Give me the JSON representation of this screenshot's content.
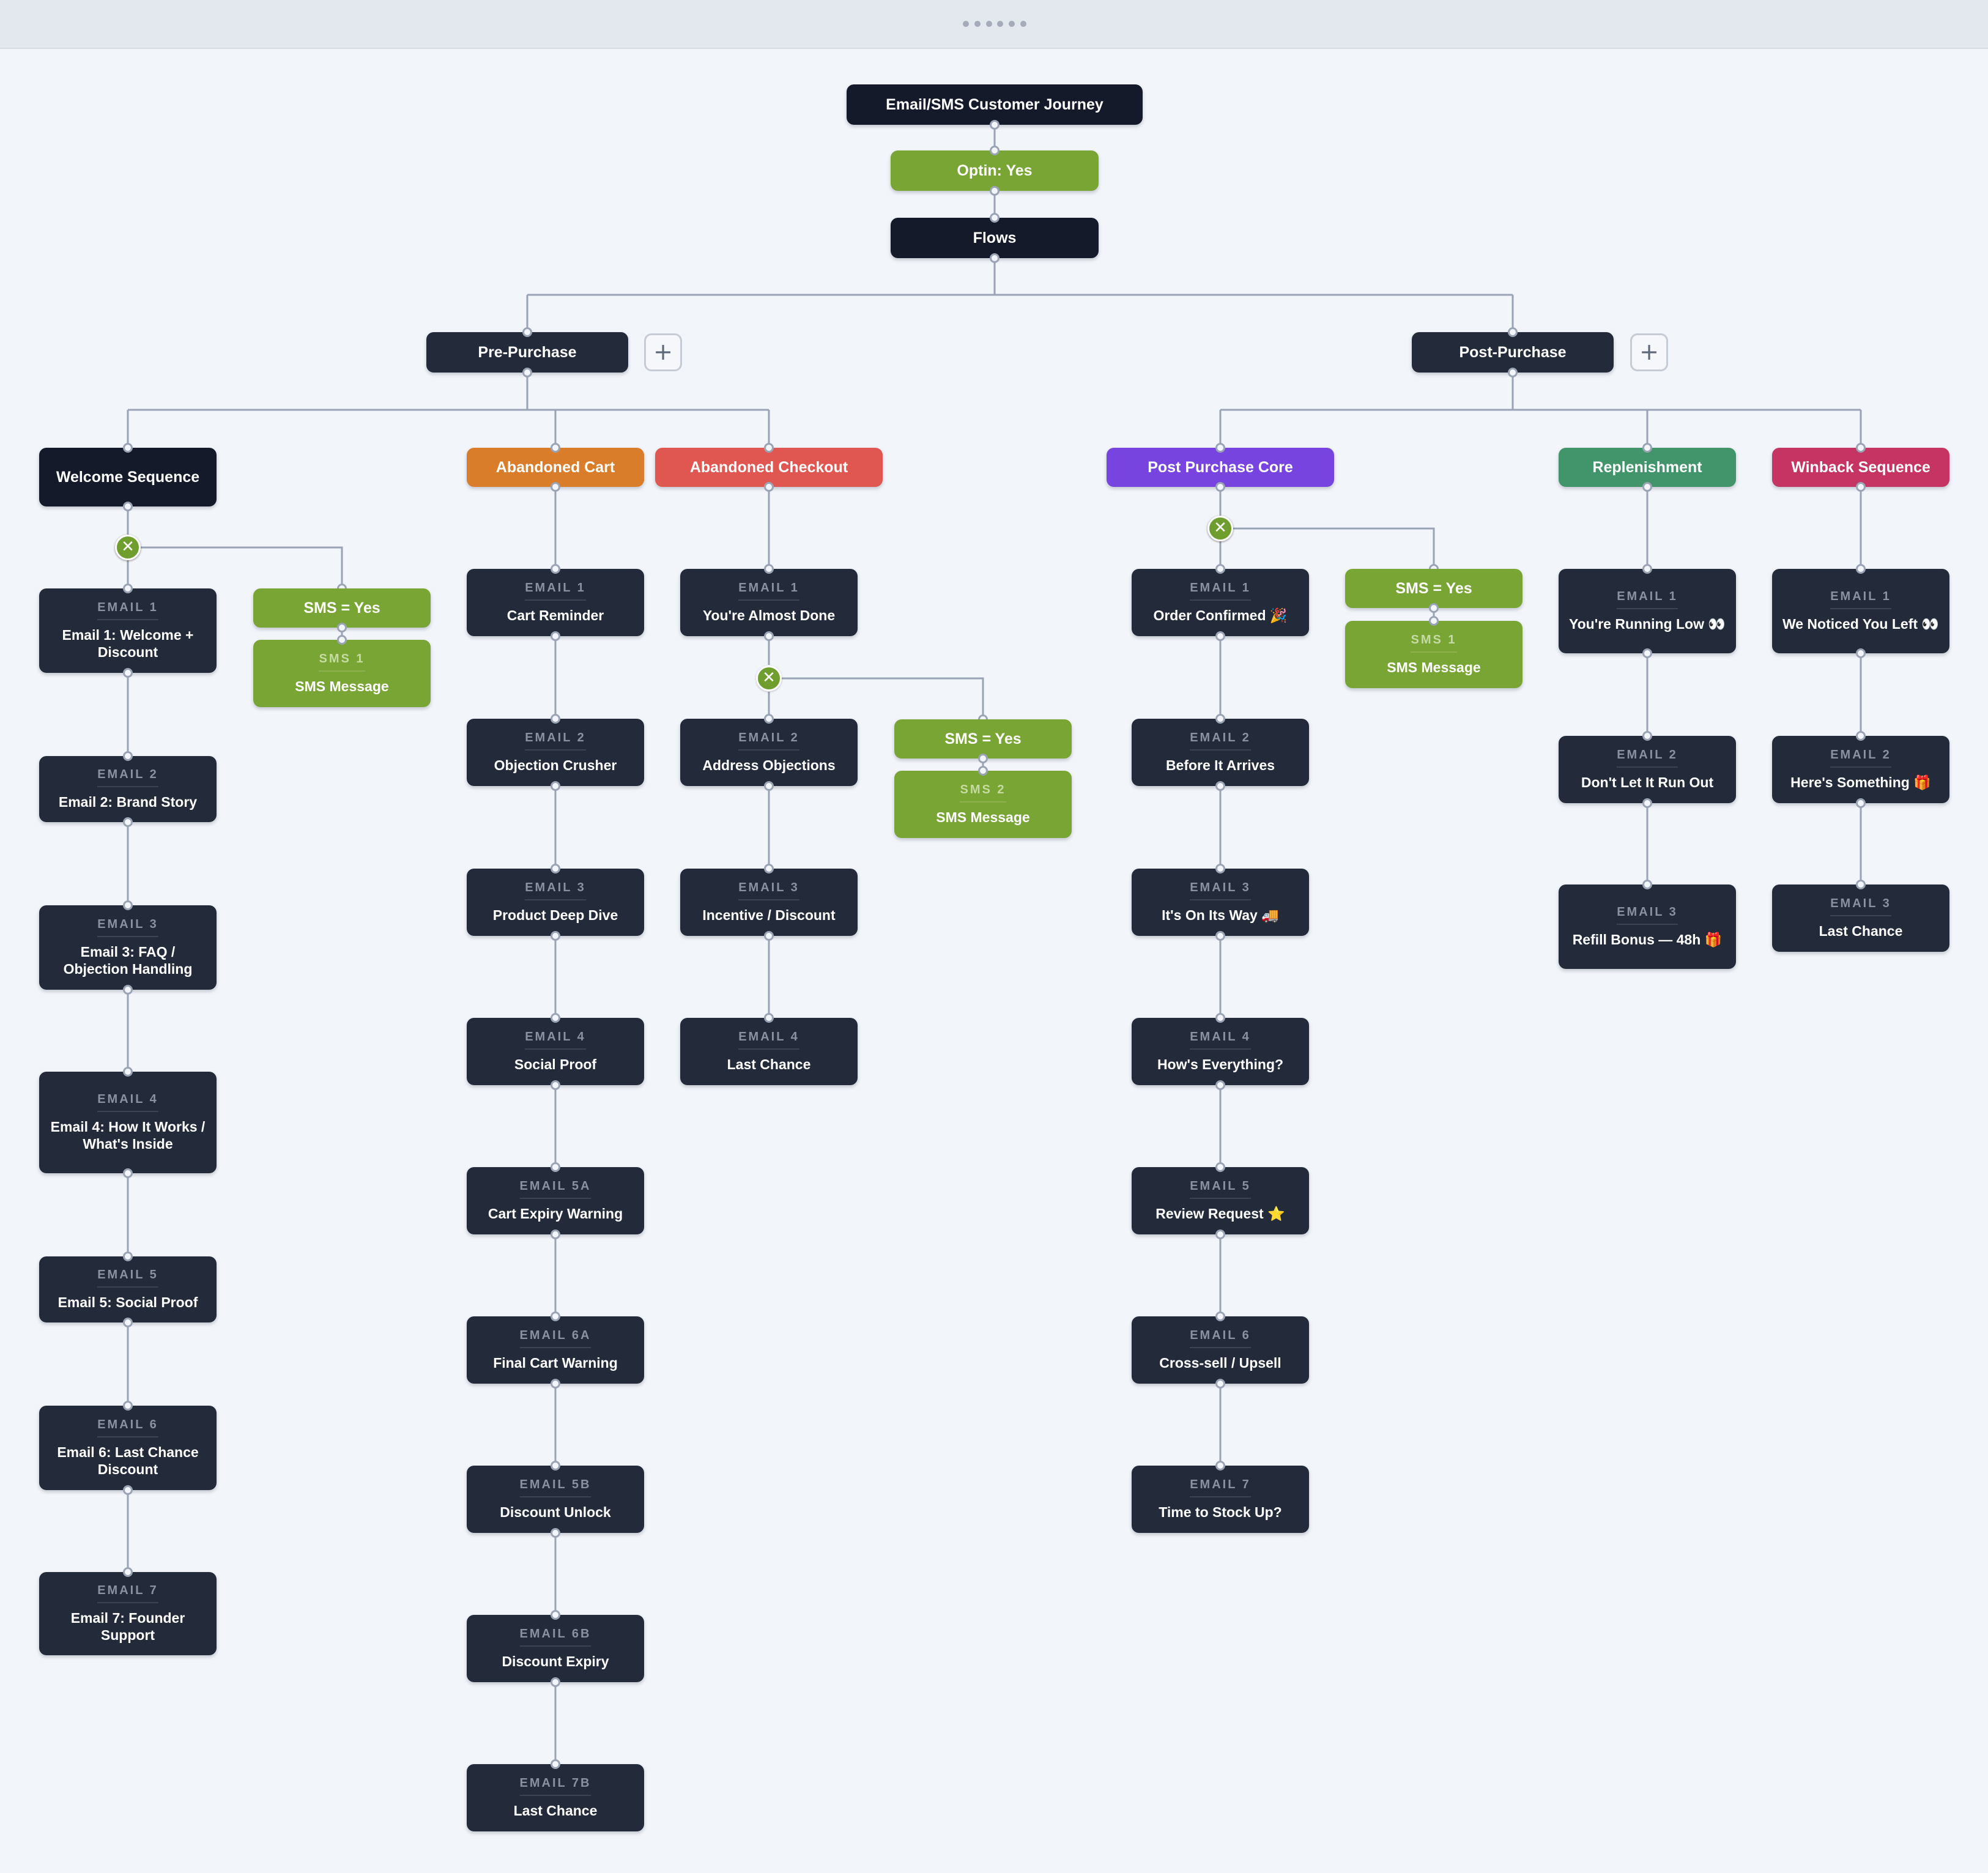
{
  "colors": {
    "navy": "#141a2a",
    "dark": "#232a39",
    "green": "#78a534",
    "orange": "#d97d2b",
    "red": "#e05650",
    "purple": "#7744e0",
    "teal": "#42946a",
    "crimson": "#c53462",
    "connector": "#9aa4b4"
  },
  "icons": {
    "condition": "check-circle-icon",
    "add": "plus-icon"
  },
  "journey": {
    "root": {
      "label": "Email/SMS Customer Journey"
    },
    "optin": {
      "label": "Optin: Yes"
    },
    "flows": {
      "label": "Flows"
    },
    "pre_purchase": {
      "label": "Pre-Purchase",
      "add_label": "+",
      "welcome": {
        "label": "Welcome Sequence",
        "emails": [
          {
            "kicker": "EMAIL 1",
            "title": "Email 1: Welcome + Discount"
          },
          {
            "kicker": "EMAIL 2",
            "title": "Email 2: Brand Story"
          },
          {
            "kicker": "EMAIL 3",
            "title": "Email 3: FAQ / Objection Handling"
          },
          {
            "kicker": "EMAIL 4",
            "title": "Email 4: How It Works / What's Inside"
          },
          {
            "kicker": "EMAIL 5",
            "title": "Email 5: Social Proof"
          },
          {
            "kicker": "EMAIL 6",
            "title": "Email 6: Last Chance Discount"
          },
          {
            "kicker": "EMAIL 7",
            "title": "Email 7: Founder Support"
          }
        ],
        "sms_condition": "SMS = Yes",
        "sms": [
          {
            "kicker": "SMS 1",
            "title": "SMS Message"
          }
        ]
      },
      "abandoned_cart": {
        "label": "Abandoned Cart",
        "emails": [
          {
            "kicker": "EMAIL 1",
            "title": "Cart Reminder"
          },
          {
            "kicker": "EMAIL 2",
            "title": "Objection Crusher"
          },
          {
            "kicker": "EMAIL 3",
            "title": "Product Deep Dive"
          },
          {
            "kicker": "EMAIL 4",
            "title": "Social Proof"
          },
          {
            "kicker": "EMAIL 5A",
            "title": "Cart Expiry Warning"
          },
          {
            "kicker": "EMAIL 6A",
            "title": "Final Cart Warning"
          },
          {
            "kicker": "EMAIL 5B",
            "title": "Discount Unlock"
          },
          {
            "kicker": "EMAIL 6B",
            "title": "Discount Expiry"
          },
          {
            "kicker": "EMAIL 7B",
            "title": "Last Chance"
          }
        ]
      },
      "abandoned_checkout": {
        "label": "Abandoned Checkout",
        "emails": [
          {
            "kicker": "EMAIL 1",
            "title": "You're Almost Done"
          },
          {
            "kicker": "EMAIL 2",
            "title": "Address Objections"
          },
          {
            "kicker": "EMAIL 3",
            "title": "Incentive / Discount"
          },
          {
            "kicker": "EMAIL 4",
            "title": "Last Chance"
          }
        ],
        "sms_condition": "SMS = Yes",
        "sms": [
          {
            "kicker": "SMS 2",
            "title": "SMS Message"
          }
        ]
      }
    },
    "post_purchase": {
      "label": "Post-Purchase",
      "add_label": "+",
      "core": {
        "label": "Post Purchase Core",
        "emails": [
          {
            "kicker": "EMAIL 1",
            "title": "Order Confirmed 🎉"
          },
          {
            "kicker": "EMAIL 2",
            "title": "Before It Arrives"
          },
          {
            "kicker": "EMAIL 3",
            "title": "It's On Its Way 🚚"
          },
          {
            "kicker": "EMAIL 4",
            "title": "How's Everything?"
          },
          {
            "kicker": "EMAIL 5",
            "title": "Review Request ⭐"
          },
          {
            "kicker": "EMAIL 6",
            "title": "Cross-sell / Upsell"
          },
          {
            "kicker": "EMAIL 7",
            "title": "Time to Stock Up?"
          }
        ],
        "sms_condition": "SMS = Yes",
        "sms": [
          {
            "kicker": "SMS 1",
            "title": "SMS Message"
          }
        ]
      },
      "replenishment": {
        "label": "Replenishment",
        "emails": [
          {
            "kicker": "EMAIL 1",
            "title": "You're Running Low 👀"
          },
          {
            "kicker": "EMAIL 2",
            "title": "Don't Let It Run Out"
          },
          {
            "kicker": "EMAIL 3",
            "title": "Refill Bonus — 48h 🎁"
          }
        ]
      },
      "winback": {
        "label": "Winback Sequence",
        "emails": [
          {
            "kicker": "EMAIL 1",
            "title": "We Noticed You Left 👀"
          },
          {
            "kicker": "EMAIL 2",
            "title": "Here's Something 🎁"
          },
          {
            "kicker": "EMAIL 3",
            "title": "Last Chance"
          }
        ]
      }
    }
  }
}
